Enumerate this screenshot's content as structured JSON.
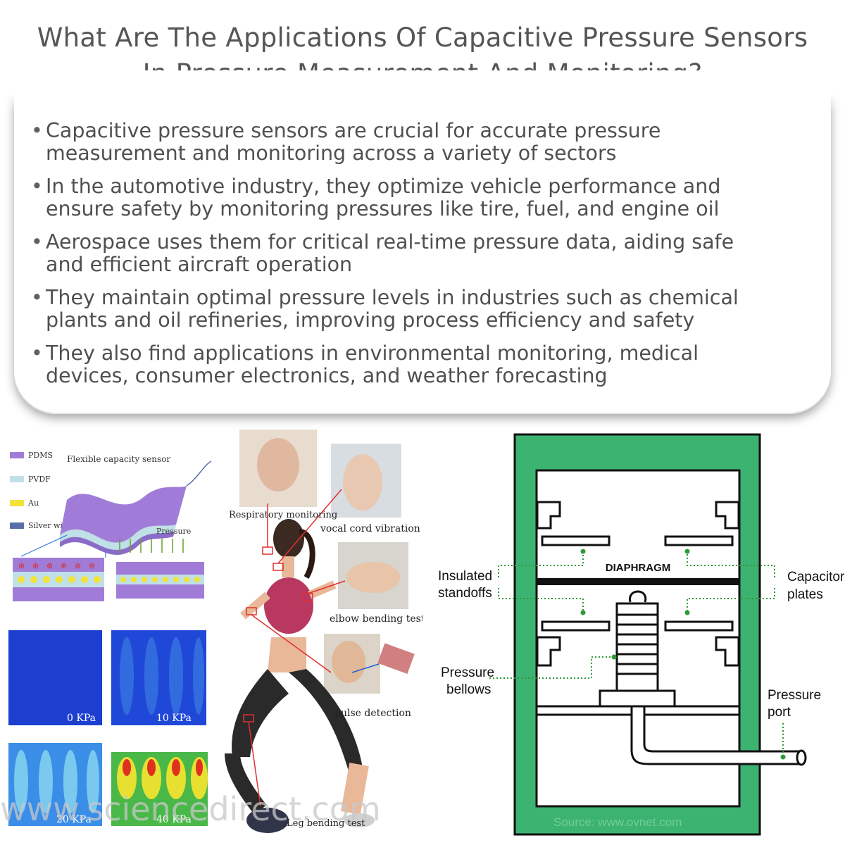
{
  "title": {
    "line1": "What Are The Applications Of Capacitive Pressure Sensors",
    "line2": "In Pressure Measurement And Monitoring?"
  },
  "bullets": [
    {
      "line1": "Capacitive pressure sensors are crucial for accurate pressure",
      "line2": "measurement and monitoring across a variety of sectors"
    },
    {
      "line1": "In the automotive industry, they optimize vehicle performance and",
      "line2": "ensure safety by monitoring pressures like tire, fuel, and engine oil"
    },
    {
      "line1": "Aerospace uses them for critical real-time pressure data, aiding safe",
      "line2": "and efficient aircraft operation"
    },
    {
      "line1": "They maintain optimal pressure levels in industries such as chemical",
      "line2": "plants and oil refineries, improving process efficiency and safety"
    },
    {
      "line1": "They also find applications in environmental monitoring, medical",
      "line2": "devices, consumer electronics, and weather forecasting"
    }
  ],
  "left_figure": {
    "legend": [
      "PDMS",
      "PVDF",
      "Au",
      "Silver wire"
    ],
    "sensor_label": "Flexible capacity sensor",
    "pressure_label": "Pressure",
    "sim_labels": [
      "0 KPa",
      "10 KPa",
      "20 KPa",
      "40 KPa"
    ],
    "watermark": "www.sciencedirect.com"
  },
  "mid_figure": {
    "labels": [
      "Respiratory monitoring",
      "vocal cord vibration",
      "elbow bending test",
      "pulse detection",
      "Leg bending test"
    ]
  },
  "right_figure": {
    "diaphragm": "DIAPHRAGM",
    "insulated_l1": "Insulated",
    "insulated_l2": "standoffs",
    "capacitor_l1": "Capacitor",
    "capacitor_l2": "plates",
    "bellows_l1": "Pressure",
    "bellows_l2": "bellows",
    "port_l1": "Pressure",
    "port_l2": "port",
    "source": "Source: www.ovnet.com"
  },
  "colors": {
    "frame_green": "#3cb371",
    "callout_green": "#2e9a3a",
    "pdms_purple": "#a07cd8",
    "sim_blue": "#1c3fd0",
    "arrow_red": "#e03030"
  }
}
